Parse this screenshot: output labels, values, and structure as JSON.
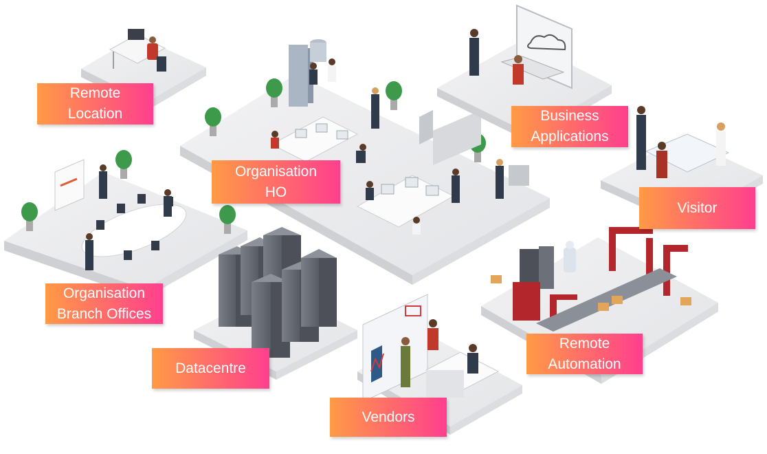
{
  "zones": [
    {
      "id": "remote-location",
      "label": "Remote\nLocation"
    },
    {
      "id": "organisation-ho",
      "label": "Organisation\nHO"
    },
    {
      "id": "business-applications",
      "label": "Business\nApplications"
    },
    {
      "id": "visitor",
      "label": "Visitor"
    },
    {
      "id": "organisation-branch-offices",
      "label": "Organisation\nBranch Offices"
    },
    {
      "id": "datacentre",
      "label": "Datacentre"
    },
    {
      "id": "vendors",
      "label": "Vendors"
    },
    {
      "id": "remote-automation",
      "label": "Remote\nAutomation"
    }
  ],
  "colors": {
    "label_start": "#ff9a45",
    "label_end": "#ff3f8e",
    "floor_top": "#ececee",
    "floor_left": "#cfd0d4",
    "floor_right": "#dcdde0",
    "rack": "#6c7078",
    "rack_dark": "#4d5058",
    "plant": "#3c9a4a",
    "person_dark": "#2f3a4a",
    "person_red": "#c0392b",
    "machine_red": "#b3262b"
  }
}
